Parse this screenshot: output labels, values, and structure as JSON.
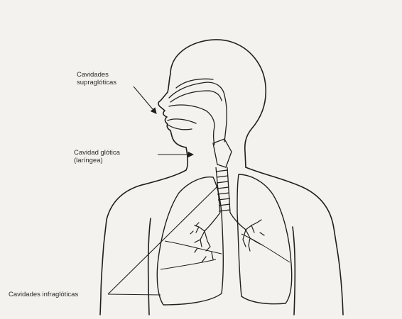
{
  "labels": {
    "supraglottic": {
      "line1": "Cavidades",
      "line2": "supraglóticas"
    },
    "glottic": {
      "line1": "Cavidad glótica",
      "line2": "(laríngea)"
    },
    "infraglottic": {
      "line1": "Cavidades infraglóticas"
    }
  }
}
